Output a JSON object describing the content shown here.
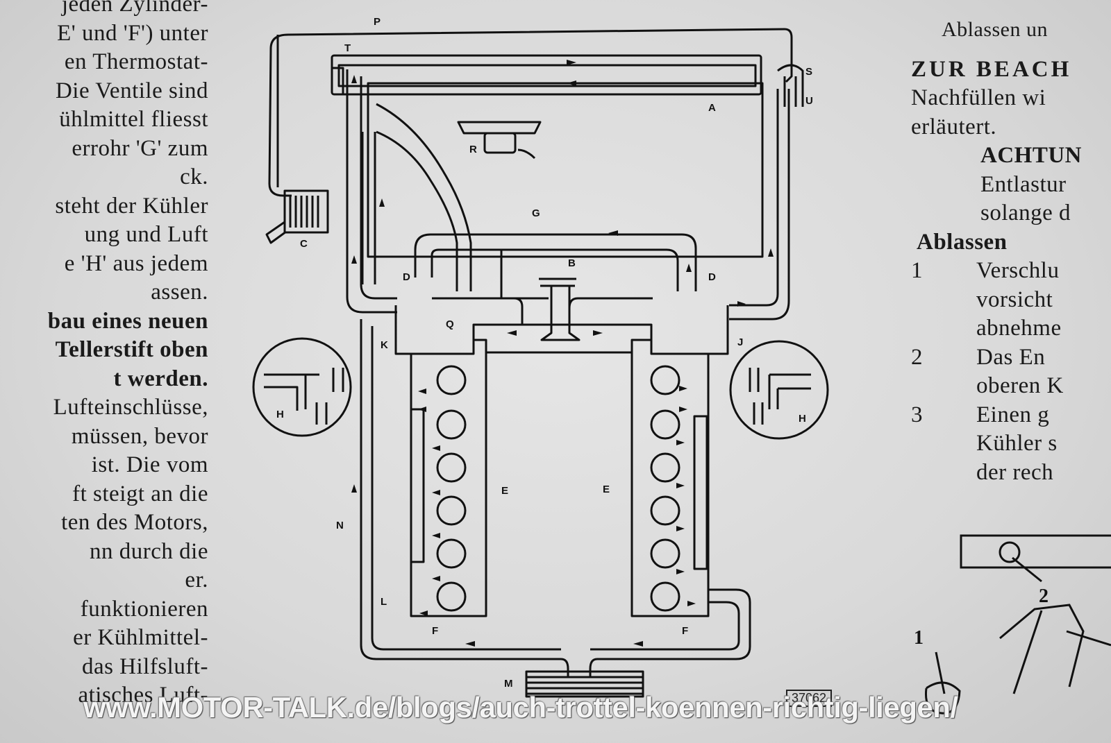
{
  "left_column": [
    {
      "text": "jeden Zylinder-",
      "bold": false
    },
    {
      "text": "E' und 'F') unter",
      "bold": false
    },
    {
      "text": "en Thermostat-",
      "bold": false
    },
    {
      "text": "Die Ventile sind",
      "bold": false
    },
    {
      "text": "ühlmittel fliesst",
      "bold": false
    },
    {
      "text": "errohr 'G' zum",
      "bold": false
    },
    {
      "text": "ck.",
      "bold": false
    },
    {
      "text": "steht der Kühler",
      "bold": false
    },
    {
      "text": "ung und Luft",
      "bold": false
    },
    {
      "text": "e 'H' aus jedem",
      "bold": false
    },
    {
      "text": "assen.",
      "bold": false
    },
    {
      "text": "bau eines neuen",
      "bold": true
    },
    {
      "text": "Tellerstift oben",
      "bold": true
    },
    {
      "text": "t werden.",
      "bold": true
    },
    {
      "text": "Lufteinschlüsse,",
      "bold": false
    },
    {
      "text": "müssen, bevor",
      "bold": false
    },
    {
      "text": "ist. Die vom",
      "bold": false
    },
    {
      "text": "ft steigt an die",
      "bold": false
    },
    {
      "text": "ten des Motors,",
      "bold": false
    },
    {
      "text": "nn durch die",
      "bold": false
    },
    {
      "text": "er.",
      "bold": false
    },
    {
      "text": "funktionieren",
      "bold": false
    },
    {
      "text": "er Kühlmittel-",
      "bold": false
    },
    {
      "text": "das Hilfsluft-",
      "bold": false
    },
    {
      "text": "atisches Luft-",
      "bold": false
    }
  ],
  "right_column": {
    "heading": "Ablassen un",
    "zur_beachtung": "ZUR BEACH",
    "line1": "Nachfüllen wi",
    "line2": "erläutert.",
    "achtung": "ACHTUN",
    "achtung_line1": "Entlastur",
    "achtung_line2": "solange d",
    "ablassen": "Ablassen",
    "steps": [
      {
        "num": "1",
        "lines": [
          "Verschlu",
          "vorsicht",
          "abnehme"
        ]
      },
      {
        "num": "2",
        "lines": [
          "Das En",
          "oberen K"
        ]
      },
      {
        "num": "3",
        "lines": [
          "Einen g",
          "Kühler s",
          "der rech"
        ]
      }
    ]
  },
  "diagram_labels": {
    "P": "P",
    "T": "T",
    "S": "S",
    "U": "U",
    "A": "A",
    "R": "R",
    "C": "C",
    "G": "G",
    "B": "B",
    "D_left": "D",
    "D_right": "D",
    "Q": "Q",
    "K": "K",
    "J": "J",
    "H_left": "H",
    "H_right": "H",
    "E_left": "E",
    "E_right": "E",
    "N": "N",
    "L": "L",
    "F_left": "F",
    "F_right": "F",
    "M": "M"
  },
  "small_figure_labels": {
    "one": "1",
    "two": "2"
  },
  "figure_number": "37062",
  "watermark": "www.MOTOR-TALK.de/blogs/auch-trottel-koennen-richtig-liegen/"
}
